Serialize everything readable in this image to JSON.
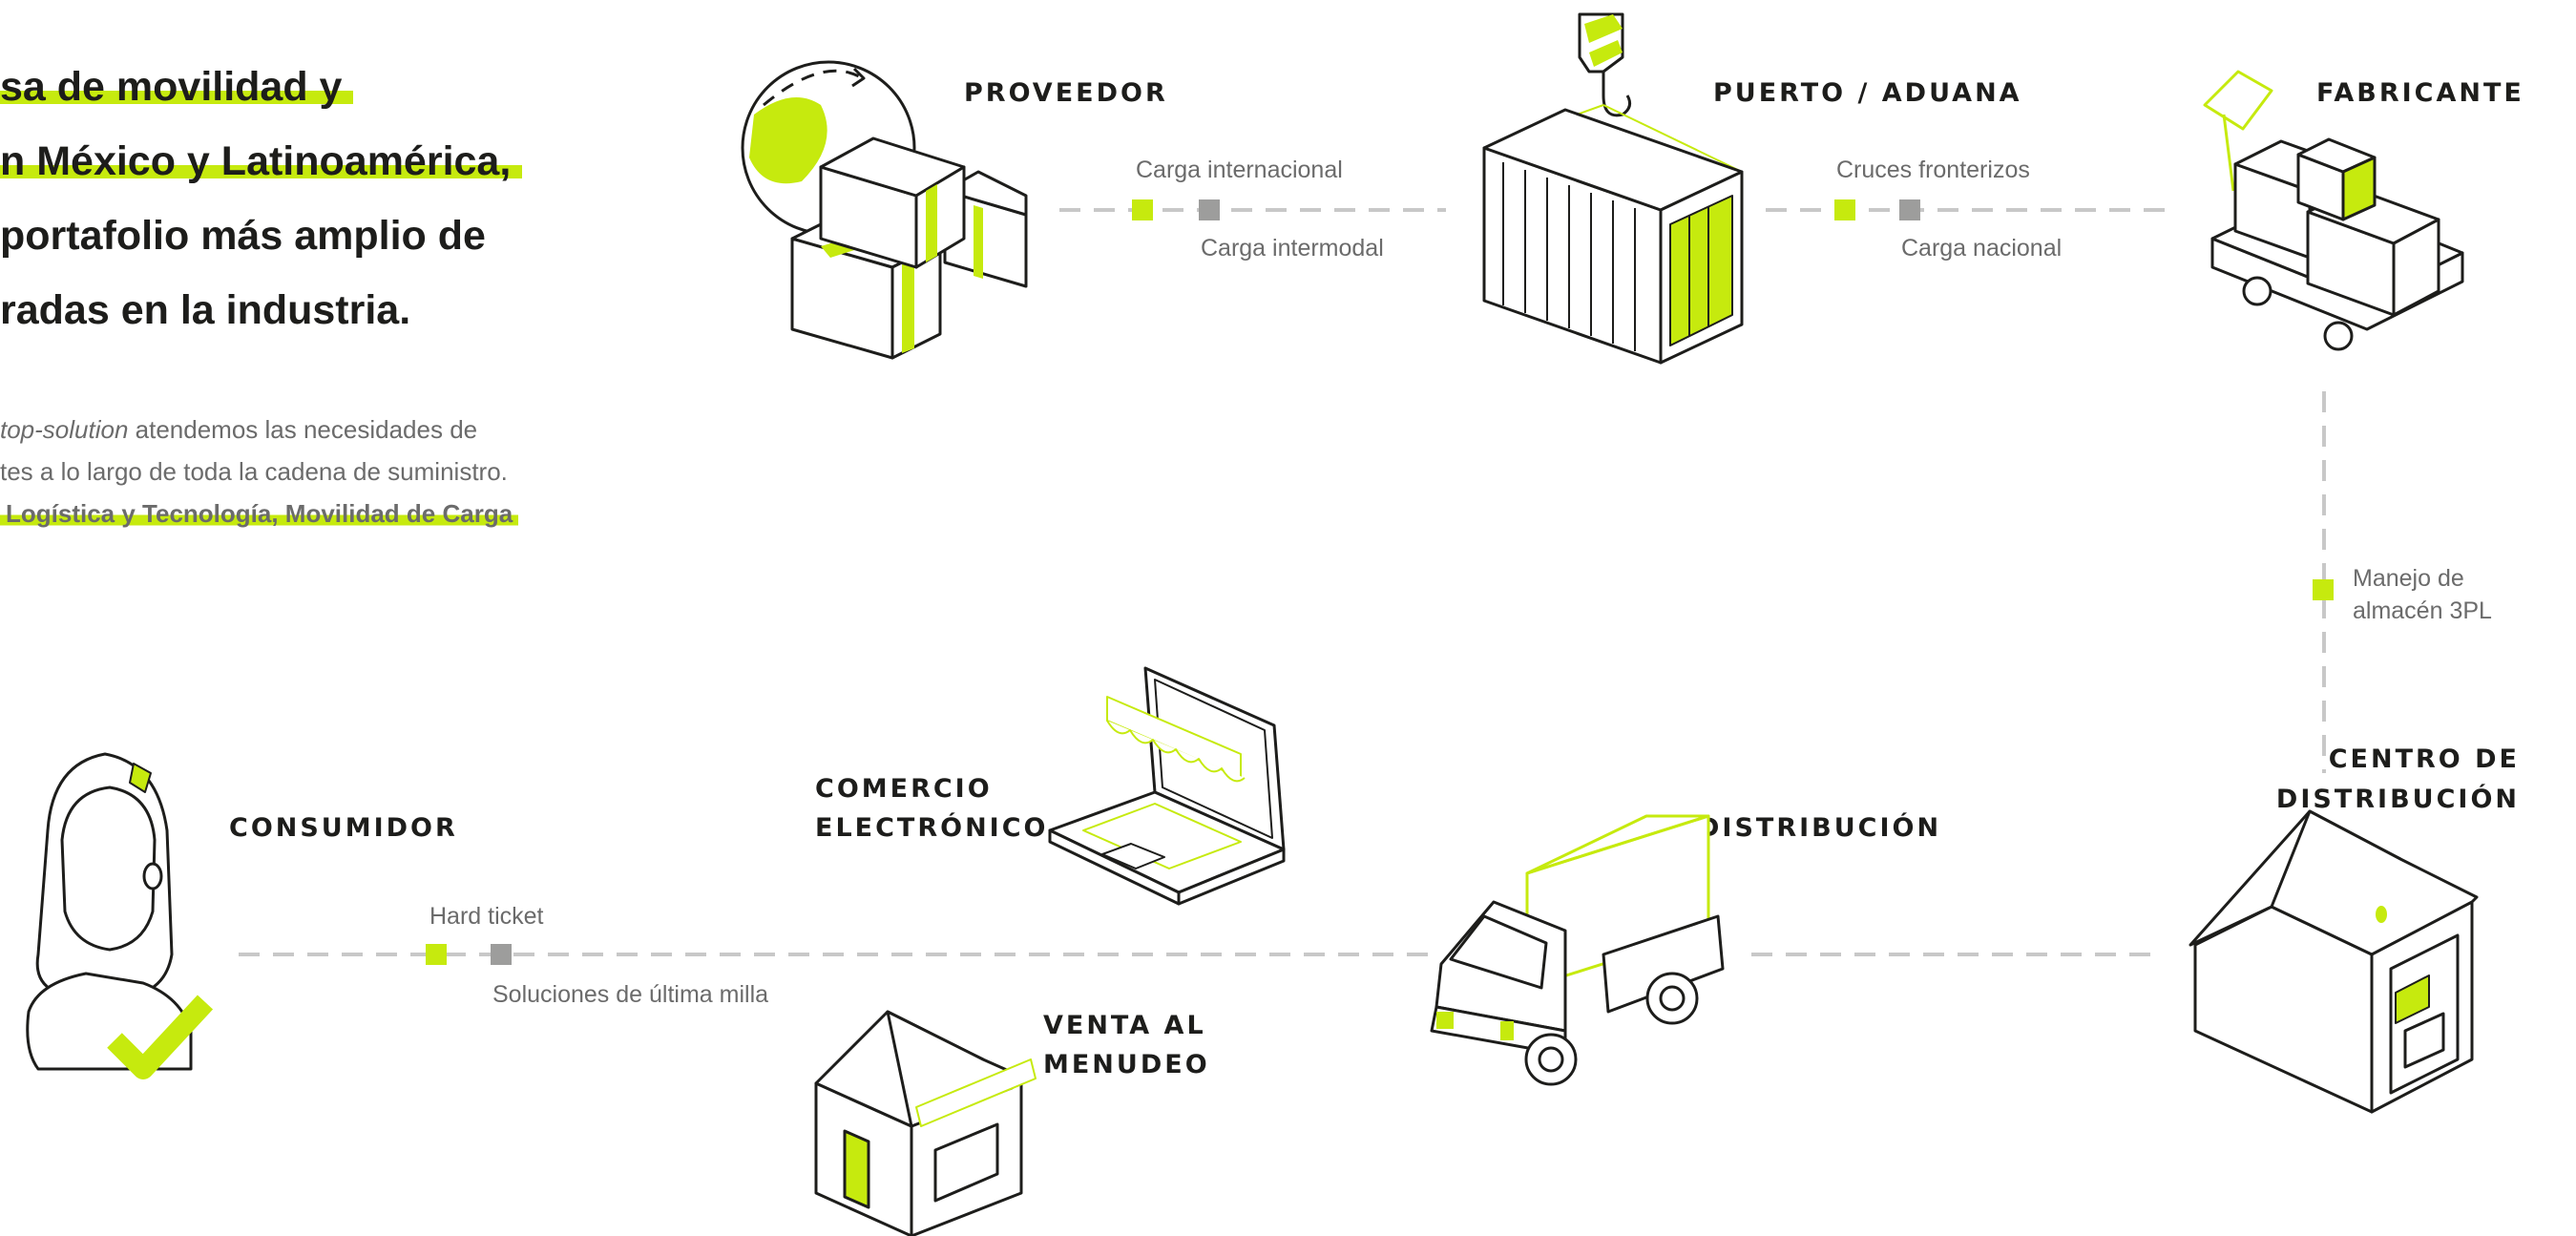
{
  "headline": {
    "lines": [
      "sa de movilidad y",
      "n México y Latinoamérica,",
      "portafolio más amplio de",
      "radas en la industria."
    ]
  },
  "intro": {
    "line1_italic": "top-solution",
    "line1_rest": " atendemos las necesidades de",
    "line2": "tes a lo largo de toda la cadena de suministro.",
    "line3_highlight": "Logística y Tecnología, Movilidad de Carga"
  },
  "nodes": {
    "proveedor": "PROVEEDOR",
    "puerto": "PUERTO / ADUANA",
    "fabricante": "FABRICANTE",
    "centro_1": "CENTRO DE",
    "centro_2": "DISTRIBUCIÓN",
    "distribucion": "DISTRIBUCIÓN",
    "comercio_1": "COMERCIO",
    "comercio_2": "ELECTRÓNICO",
    "venta_1": "VENTA AL",
    "venta_2": "MENUDEO",
    "consumidor": "CONSUMIDOR"
  },
  "edges": {
    "carga_internacional": "Carga internacional",
    "carga_intermodal": "Carga intermodal",
    "cruces_fronterizos": "Cruces fronterizos",
    "carga_nacional": "Carga nacional",
    "manejo_1": "Manejo de",
    "manejo_2": "almacén 3PL",
    "hard_ticket": "Hard ticket",
    "ultima_milla": "Soluciones de última milla"
  },
  "colors": {
    "accent": "#c6ea0e",
    "gray_marker": "#9d9d9c",
    "dash": "#c8c8c8",
    "ink": "#1d1d1b",
    "text_gray": "#6b6b6b"
  }
}
